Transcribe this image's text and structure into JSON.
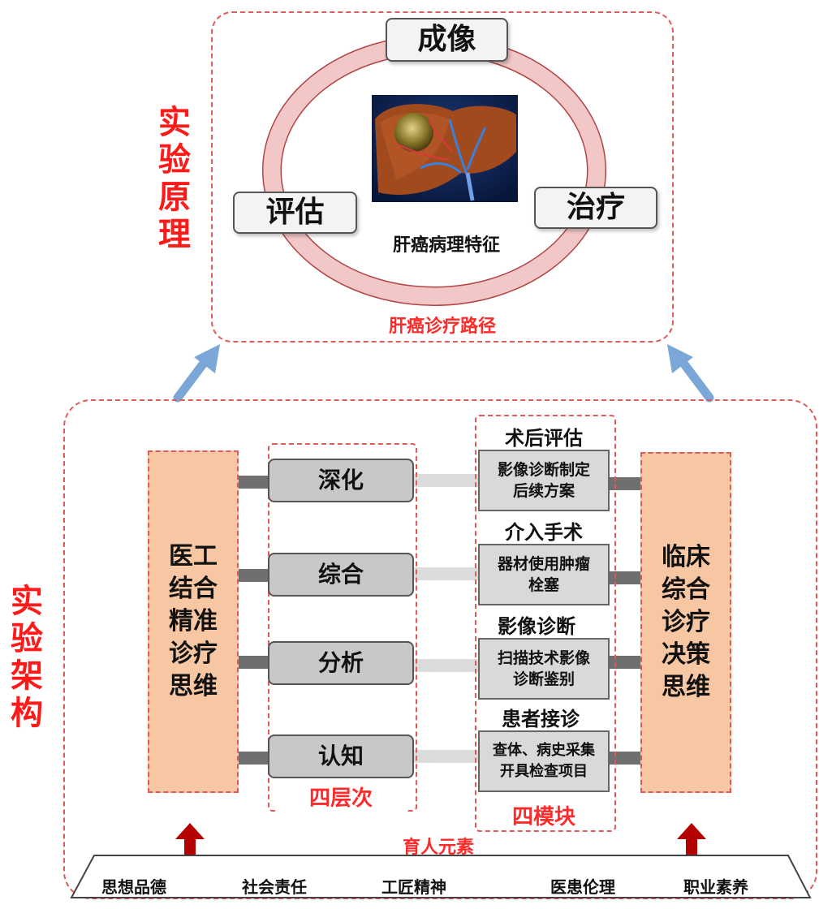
{
  "principle": {
    "side_title": [
      "实",
      "验",
      "原",
      "理"
    ],
    "cycle_nodes": {
      "top": "成像",
      "left": "评估",
      "right": "治疗"
    },
    "center_caption": "肝癌病理特征",
    "path_label": "肝癌诊疗路径"
  },
  "framework": {
    "side_title": [
      "实",
      "验",
      "架",
      "构"
    ],
    "left_pillar": [
      "医工",
      "结合",
      "精准",
      "诊疗",
      "思维"
    ],
    "right_pillar": [
      "临床",
      "综合",
      "诊疗",
      "决策",
      "思维"
    ],
    "levels": [
      "深化",
      "综合",
      "分析",
      "认知"
    ],
    "levels_label": "四层次",
    "modules": [
      {
        "title": "术后评估",
        "lines": [
          "影像诊断制定",
          "后续方案"
        ]
      },
      {
        "title": "介入手术",
        "lines": [
          "器材使用肿瘤",
          "栓塞"
        ]
      },
      {
        "title": "影像诊断",
        "lines": [
          "扫描技术影像",
          "诊断鉴别"
        ]
      },
      {
        "title": "患者接诊",
        "lines": [
          "查体、病史采集",
          "开具检查项目"
        ]
      }
    ],
    "modules_label": "四模块",
    "education_label": "育人元素",
    "virtues": [
      "思想品德",
      "社会责任",
      "工匠精神",
      "医患伦理",
      "职业素养"
    ]
  },
  "colors": {
    "accent_red": "#ff1a1a",
    "pillar_fill": "#f7c6a3",
    "arrow_blue": "#7aa7d8",
    "arrow_dark_red": "#b30000"
  },
  "icons": [
    "liver-illustration",
    "arrow-up-blue",
    "arrow-up-red"
  ]
}
